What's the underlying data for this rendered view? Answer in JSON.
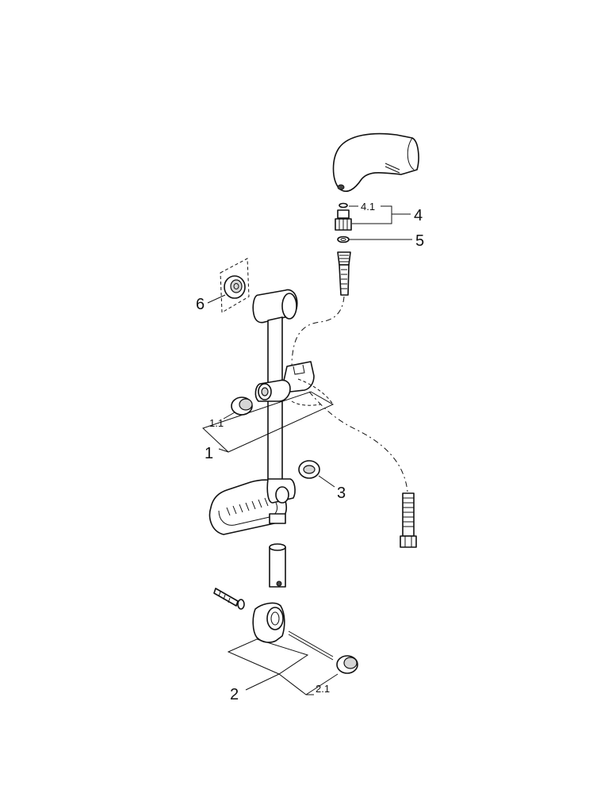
{
  "diagram": {
    "labels": {
      "part_1": "1",
      "part_1_1": "1.1",
      "part_2": "2",
      "part_2_1": "2.1",
      "part_3": "3",
      "part_4": "4",
      "part_4_1": "4.1",
      "part_5": "5",
      "part_6": "6"
    }
  }
}
